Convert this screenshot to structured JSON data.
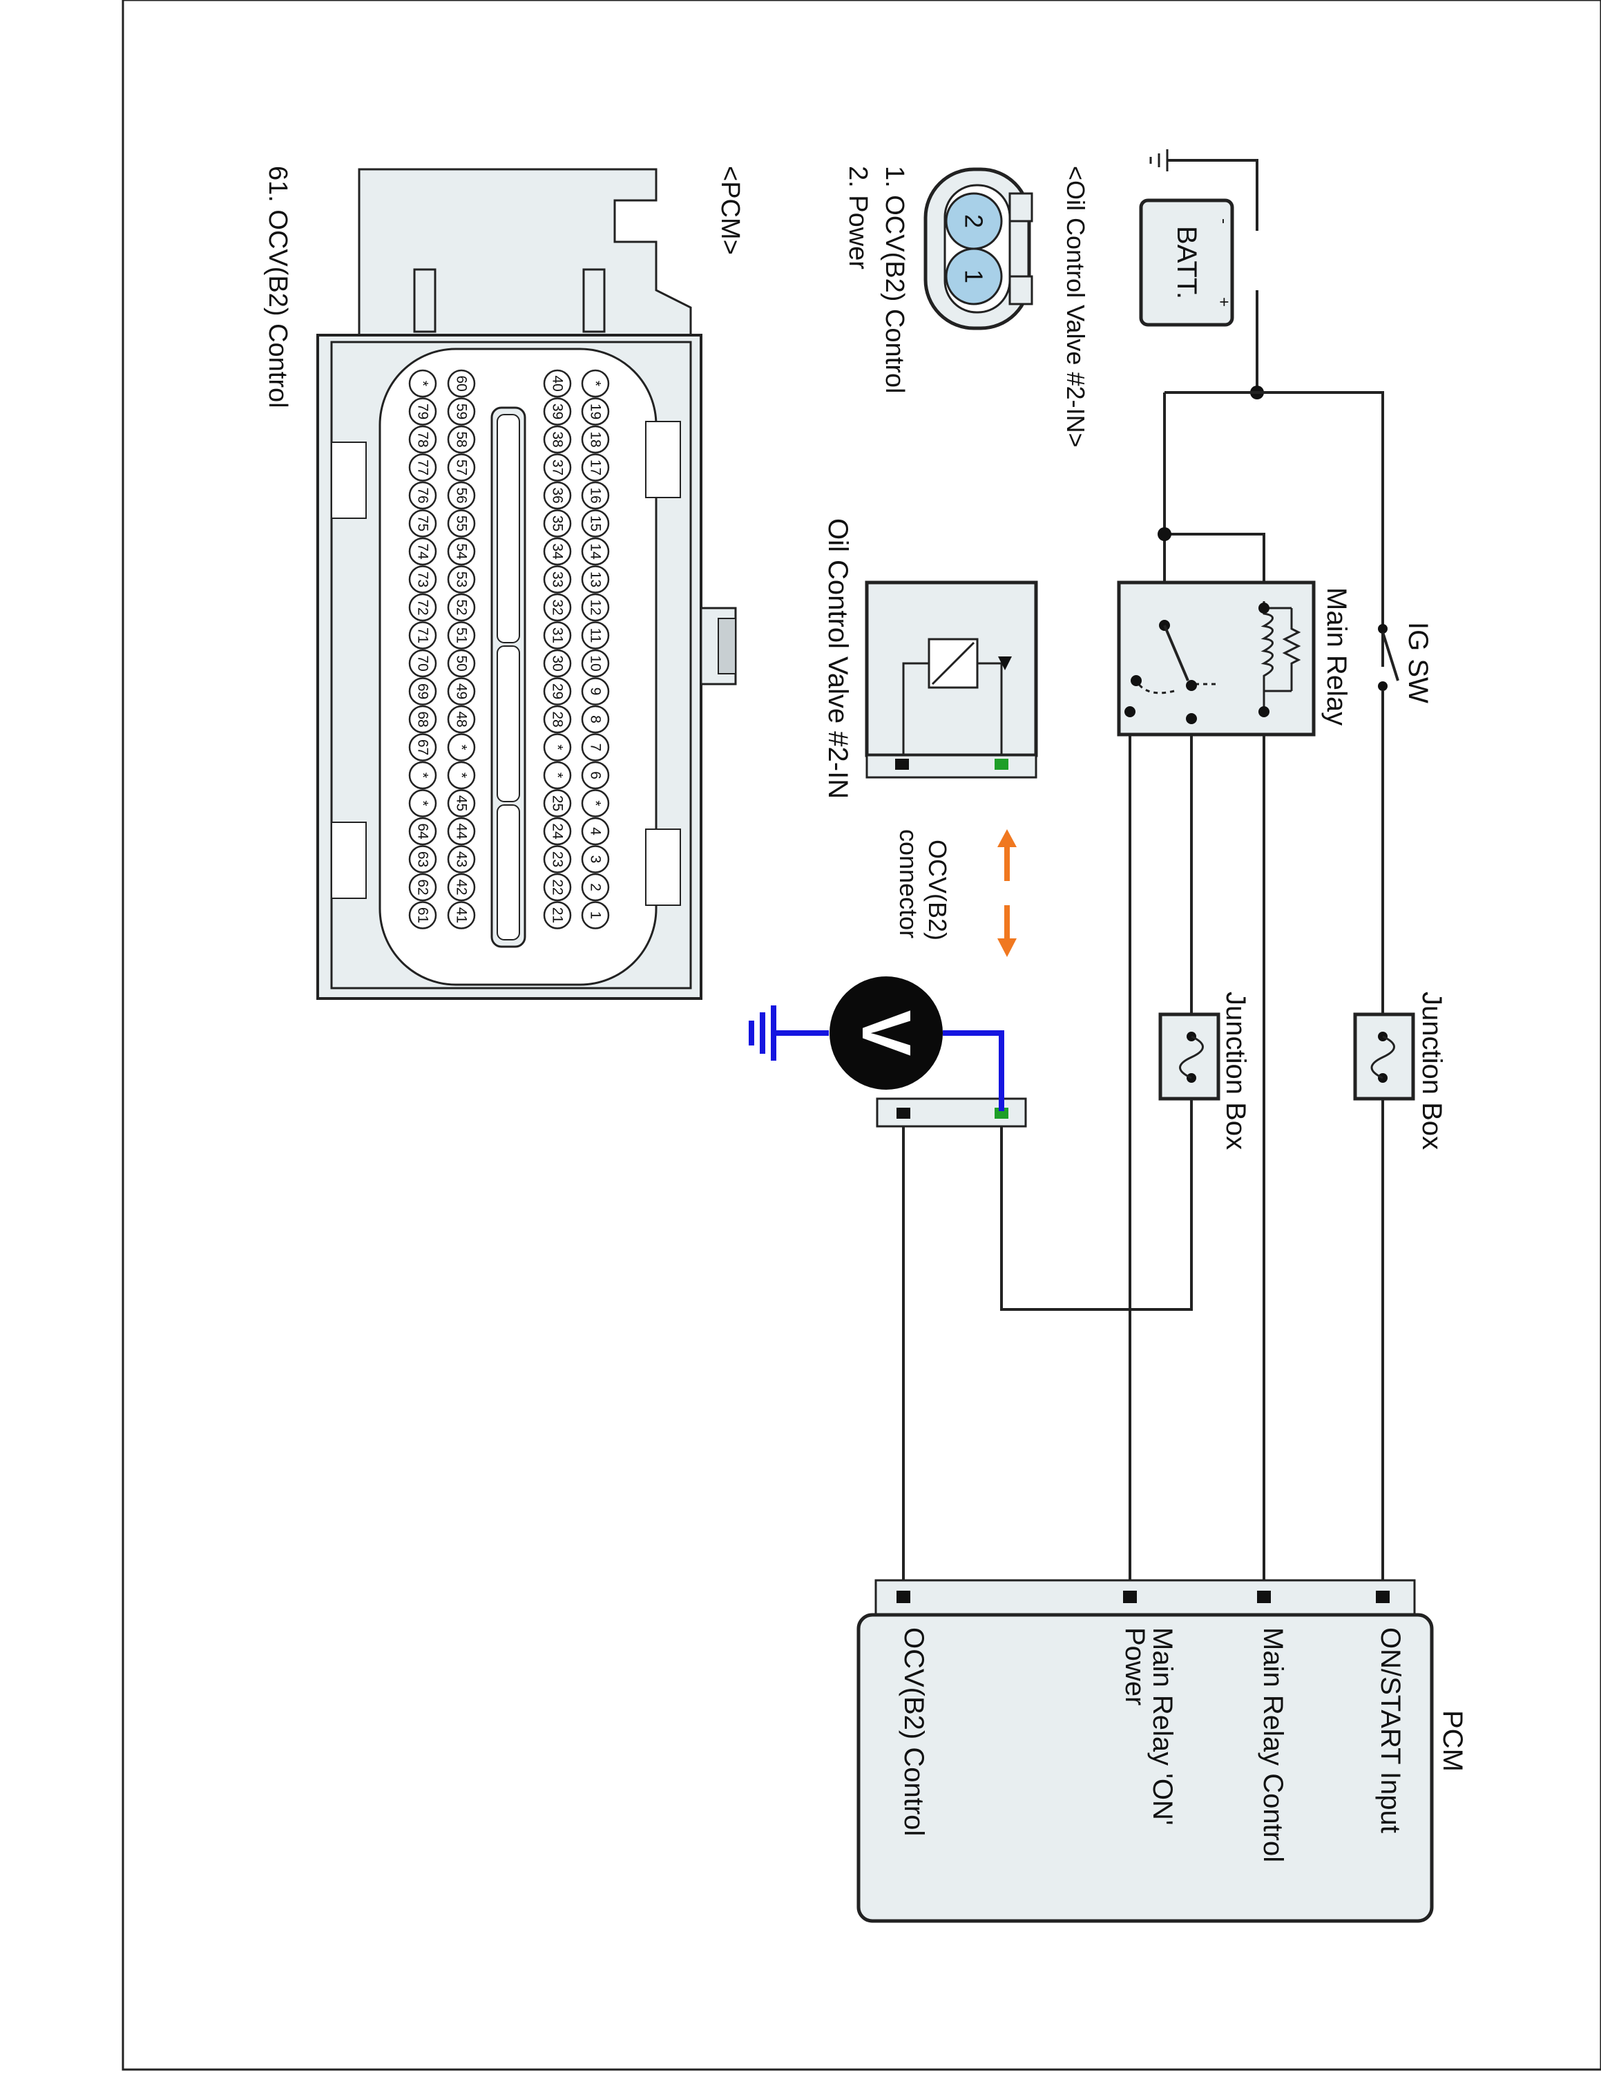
{
  "colors": {
    "power_label": "#1e9e28",
    "meter_lead": "#1515e0",
    "arrow": "#f07820",
    "pin_highlight": "#a8d0e8"
  },
  "battery": {
    "label": "BATT.",
    "minus": "-",
    "plus": "+"
  },
  "ig_switch": {
    "label": "IG SW"
  },
  "main_relay": {
    "label": "Main Relay"
  },
  "junction_box_1": {
    "label": "Junction Box"
  },
  "junction_box_2": {
    "label": "Junction Box"
  },
  "ocv_component": {
    "label": "Oil Control Valve #2-IN"
  },
  "ocv_connector_view": {
    "title": "<Oil Control Valve #2-IN>",
    "pin1_number": "1",
    "pin2_number": "2",
    "pin1_desc": "1. OCV(B2) Control",
    "pin2_desc": "2. Power"
  },
  "ocv_connector_label": {
    "line1": "OCV(B2)",
    "line2": "connector"
  },
  "voltmeter": {
    "symbol": "V"
  },
  "pcm_box": {
    "title": "PCM",
    "inputs": [
      "ON/START Input",
      "Main Relay Control",
      "Main Relay 'ON'",
      "Power",
      "OCV(B2) Control"
    ]
  },
  "pcm_connector_view": {
    "title": "<PCM>",
    "caption": "61. OCV(B2) Control",
    "highlight_pin": "61",
    "row1": [
      "*",
      "19",
      "18",
      "17",
      "16",
      "15",
      "14",
      "13",
      "12",
      "11",
      "10",
      "9",
      "8",
      "7",
      "6",
      "*",
      "4",
      "3",
      "2",
      "1"
    ],
    "row2": [
      "40",
      "39",
      "38",
      "37",
      "36",
      "35",
      "34",
      "33",
      "32",
      "31",
      "30",
      "29",
      "28",
      "*",
      "*",
      "25",
      "24",
      "23",
      "22",
      "21"
    ],
    "row3": [
      "60",
      "59",
      "58",
      "57",
      "56",
      "55",
      "54",
      "53",
      "52",
      "51",
      "50",
      "49",
      "48",
      "*",
      "*",
      "45",
      "44",
      "43",
      "42",
      "41"
    ],
    "row4": [
      "*",
      "79",
      "78",
      "77",
      "76",
      "75",
      "74",
      "73",
      "72",
      "71",
      "70",
      "69",
      "68",
      "67",
      "*",
      "*",
      "64",
      "63",
      "62",
      "61"
    ]
  }
}
